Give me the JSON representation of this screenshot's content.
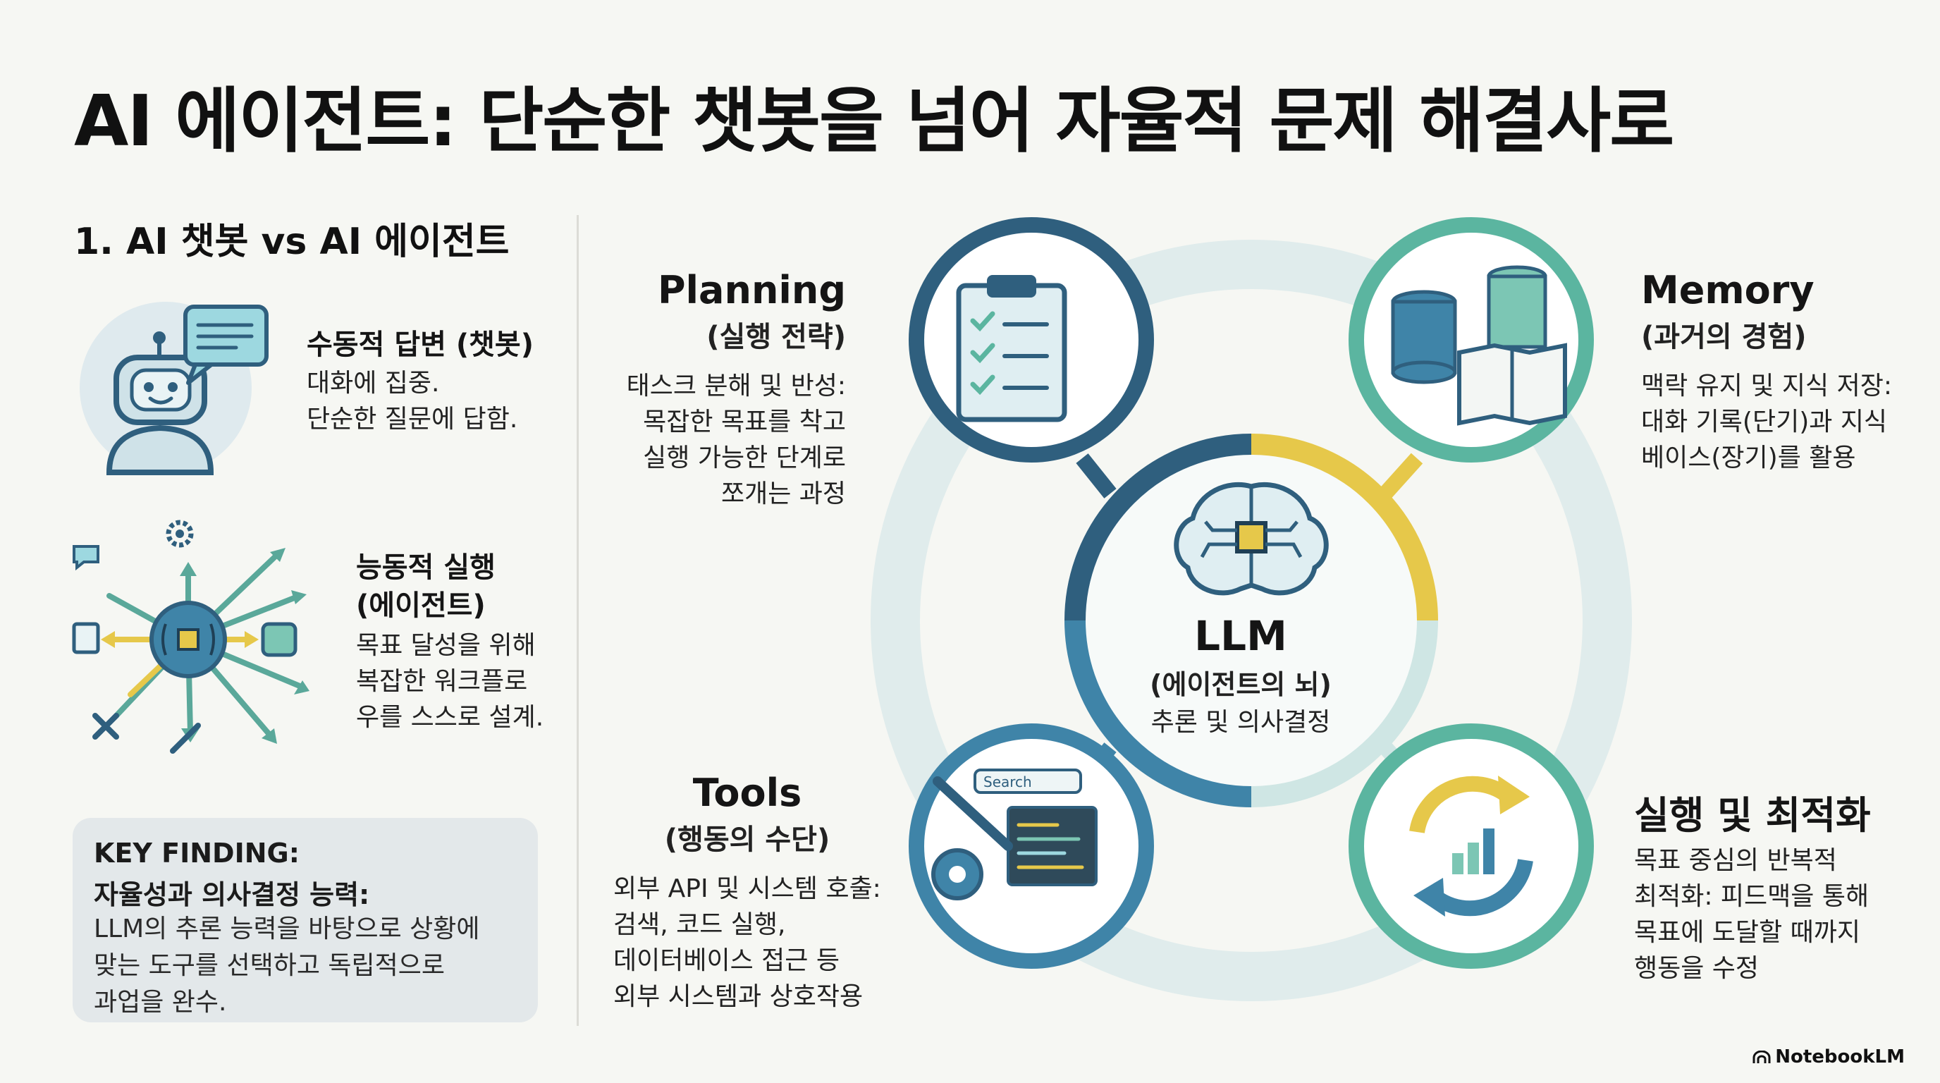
{
  "title": "AI 에이전트: 단순한 챗봇을 넘어 자율적 문제 해결사로",
  "left": {
    "heading": "1. AI 챗봇 vs AI 에이전트",
    "chatbot": {
      "title": "수동적 답변 (챗봇)",
      "lines": [
        "대화에 집중.",
        "단순한 질문에 답함."
      ]
    },
    "agent": {
      "title_lines": [
        "능동적 실행",
        "(에이전트)"
      ],
      "lines": [
        "목표 달성을 위해",
        "복잡한 워크플로",
        "우를 스스로 설계."
      ]
    },
    "key_finding": {
      "label": "KEY FINDING:",
      "sub": "자율성과 의사결정 능력:",
      "lines": [
        "LLM의 추론 능력을 바탕으로 상황에",
        "맞는 도구를 선택하고 독립적으로",
        "과업을 완수."
      ]
    }
  },
  "diagram": {
    "center": {
      "title": "LLM",
      "sub": "(에이전트의 뇌)",
      "desc": "추론 및 의사결정"
    },
    "planning": {
      "title": "Planning",
      "sub": "(실행 전략)",
      "lines": [
        "태스크 분해 및 반성:",
        "목잡한 목표를 착고",
        "실행 가능한 단계로",
        "쪼개는 과정"
      ]
    },
    "memory": {
      "title": "Memory",
      "sub": "(과거의 경험)",
      "lines": [
        "맥락 유지 및 지식 저장:",
        "대화 기록(단기)과 지식",
        "베이스(장기)를 활용"
      ]
    },
    "tools": {
      "title": "Tools",
      "sub": "(행동의 수단)",
      "lines": [
        "외부 API 및 시스템 호출:",
        "검색, 코드 실행,",
        "데이터베이스 접근 등",
        "외부 시스템과 상호작용"
      ],
      "search_label": "Search"
    },
    "execution": {
      "title": "실행 및 최적화",
      "lines": [
        "목표 중심의 반복적",
        "최적화: 피드맥을 통해",
        "목표에 도달할 때까지",
        "행동을 수정"
      ]
    }
  },
  "brand": "NotebookLM",
  "colors": {
    "navy": "#2f5f7e",
    "teal": "#5bb5a0",
    "yellow": "#e6c84a",
    "ring": "#dfe9ea",
    "blue": "#3f84a8",
    "light_teal": "#cfe6e4"
  }
}
